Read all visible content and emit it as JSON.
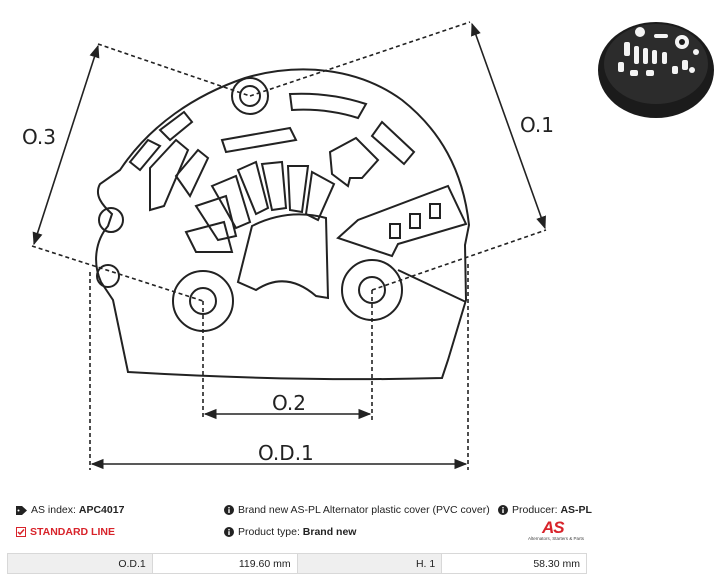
{
  "drawing": {
    "dimensions": {
      "o1": "O.1",
      "o2": "O.2",
      "o3": "O.3",
      "od1": "O.D.1"
    }
  },
  "info": {
    "as_index_label": "AS index:",
    "as_index_value": "APC4017",
    "standard_line": "STANDARD LINE",
    "description": "Brand new AS-PL Alternator plastic cover (PVC cover)",
    "product_type_label": "Product type:",
    "product_type_value": "Brand new",
    "producer_label": "Producer:",
    "producer_value": "AS-PL"
  },
  "logo": {
    "mark": "AS",
    "tagline": "Alternators, Starters & Parts"
  },
  "spec_table": {
    "row": [
      {
        "label": "O.D.1",
        "value": "119.60 mm"
      },
      {
        "label": "H. 1",
        "value": "58.30 mm"
      }
    ]
  },
  "colors": {
    "accent_red": "#d8232a",
    "line": "#222222"
  },
  "icons": {
    "tag": "tag-icon",
    "check": "checkbox-icon",
    "info": "info-icon"
  }
}
